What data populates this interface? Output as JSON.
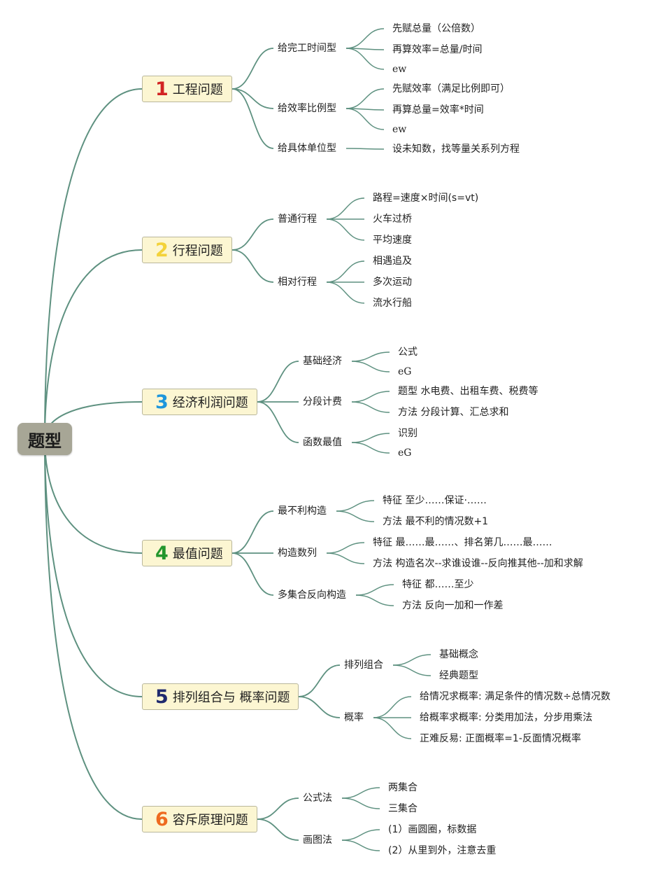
{
  "root": {
    "label": "题型"
  },
  "colors": {
    "link": "#5e9180",
    "topic_fill": "#fcf6d2",
    "root_fill": "#a7a696"
  },
  "topics": [
    {
      "num": "1",
      "num_color": "#d22323",
      "label": "工程问题",
      "subs": [
        {
          "label": "给完工时间型",
          "leaves": [
            "先赋总量（公倍数）",
            "再算效率=总量/时间",
            "ew"
          ]
        },
        {
          "label": "给效率比例型",
          "leaves": [
            "先赋效率（满足比例即可）",
            "再算总量=效率*时间",
            "ew"
          ]
        },
        {
          "label": "给具体单位型",
          "leaves": [
            "设未知数，找等量关系列方程"
          ]
        }
      ]
    },
    {
      "num": "2",
      "num_color": "#f3d23a",
      "label": "行程问题",
      "subs": [
        {
          "label": "普通行程",
          "leaves": [
            "路程=速度×时间(s=vt)",
            "火车过桥",
            "平均速度"
          ]
        },
        {
          "label": "相对行程",
          "leaves": [
            "相遇追及",
            "多次运动",
            "流水行船"
          ]
        }
      ]
    },
    {
      "num": "3",
      "num_color": "#1e96dc",
      "label": "经济利润问题",
      "subs": [
        {
          "label": "基础经济",
          "leaves": [
            "公式",
            "eG"
          ]
        },
        {
          "label": "分段计费",
          "leaves": [
            "题型 水电费、出租车费、税费等",
            "方法 分段计算、汇总求和"
          ]
        },
        {
          "label": "函数最值",
          "leaves": [
            "识别",
            "eG"
          ]
        }
      ]
    },
    {
      "num": "4",
      "num_color": "#23962d",
      "label": "最值问题",
      "subs": [
        {
          "label": "最不利构造",
          "leaves": [
            "特征 至少……保证·……",
            "方法 最不利的情况数+1"
          ]
        },
        {
          "label": "构造数列",
          "leaves": [
            "特征 最……最……、排名第几……最……",
            "方法 构造名次--求谁设谁--反向推其他--加和求解"
          ]
        },
        {
          "label": "多集合反向构造",
          "leaves": [
            "特征 都……至少",
            "方法 反向一加和一作差"
          ]
        }
      ]
    },
    {
      "num": "5",
      "num_color": "#202a6e",
      "label": "排列组合与 概率问题",
      "subs": [
        {
          "label": "排列组合",
          "leaves": [
            "基础概念",
            "经典题型"
          ]
        },
        {
          "label": "概率",
          "leaves": [
            "给情况求概率: 满足条件的情况数÷总情况数",
            "给概率求概率: 分类用加法，分步用乘法",
            "正难反易: 正面概率=1-反面情况概率"
          ]
        }
      ]
    },
    {
      "num": "6",
      "num_color": "#ee6a1f",
      "label": "容斥原理问题",
      "subs": [
        {
          "label": "公式法",
          "leaves": [
            "两集合",
            "三集合"
          ]
        },
        {
          "label": "画图法",
          "leaves": [
            "(1）画圆圈，标数据",
            "(2）从里到外，注意去重"
          ]
        }
      ]
    }
  ]
}
